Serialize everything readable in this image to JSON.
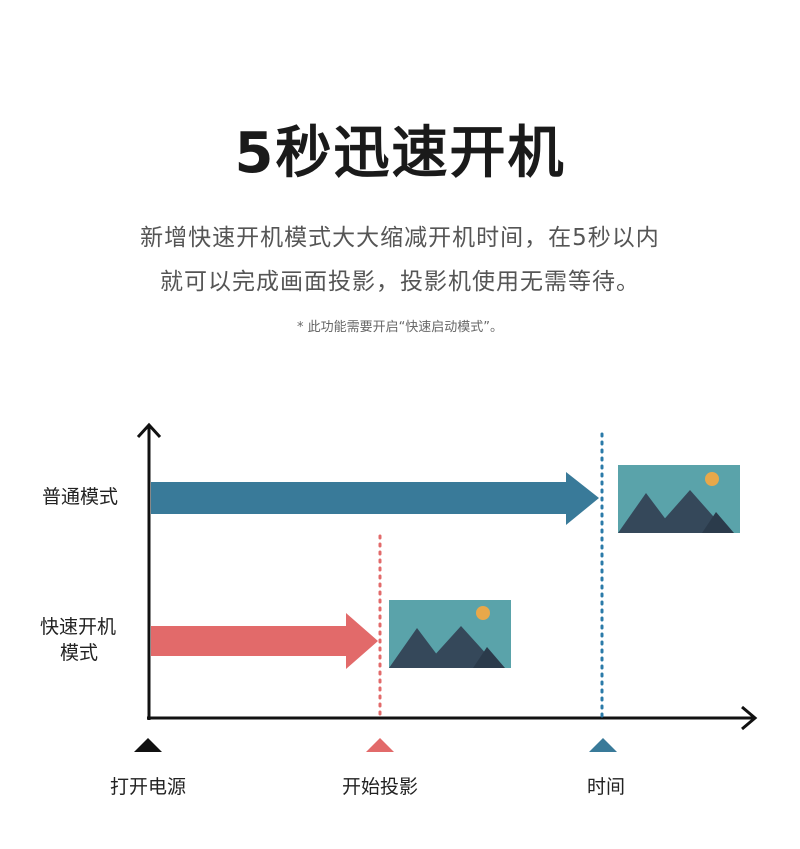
{
  "header": {
    "title": "5秒迅速开机",
    "desc_line1": "新增快速开机模式大大缩减开机时间，在5秒以内",
    "desc_line2": "就可以完成画面投影，投影机使用无需等待。",
    "note": "* 此功能需要开启“快速启动模式”。"
  },
  "diagram": {
    "rows": {
      "normal": "普通模式",
      "fast_line1": "快速开机",
      "fast_line2": "模式"
    },
    "axis_markers": {
      "power_on": "打开电源",
      "start_projection": "开始投影",
      "time": "时间"
    },
    "colors": {
      "normal": "#397a99",
      "fast": "#e26a6a",
      "axis": "#111111",
      "image_bg": "#5aa3aa",
      "mountain": "#35485a",
      "sun": "#e8a84a"
    }
  }
}
